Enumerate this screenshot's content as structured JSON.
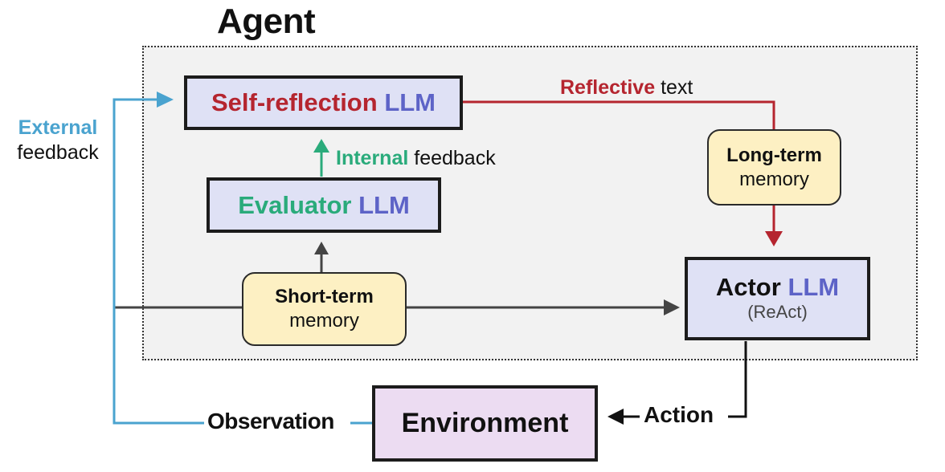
{
  "agent_title": "Agent",
  "self_reflection": {
    "name": "Self-reflection",
    "suffix": "LLM"
  },
  "evaluator": {
    "name": "Evaluator",
    "suffix": "LLM"
  },
  "actor": {
    "name": "Actor",
    "suffix": "LLM",
    "sub": "(ReAct)"
  },
  "environment": {
    "label": "Environment"
  },
  "long_term_memory": {
    "line1": "Long-term",
    "line2": "memory"
  },
  "short_term_memory": {
    "line1": "Short-term",
    "line2": "memory"
  },
  "edge_labels": {
    "reflective_key": "Reflective",
    "reflective_rest": "text",
    "internal_key": "Internal",
    "internal_rest": "feedback",
    "external_key": "External",
    "external_rest": "feedback",
    "observation": "Observation",
    "action": "Action"
  },
  "colors": {
    "self_reflection_red": "#b5252f",
    "llm_purple": "#5d63c7",
    "internal_green": "#2aab7b",
    "external_blue": "#4aa3cf",
    "llm_box_fill": "#dfe1f5",
    "memory_fill": "#fdf0c3",
    "environment_fill": "#ecdcf2",
    "agent_region_fill": "#f2f2f2"
  }
}
